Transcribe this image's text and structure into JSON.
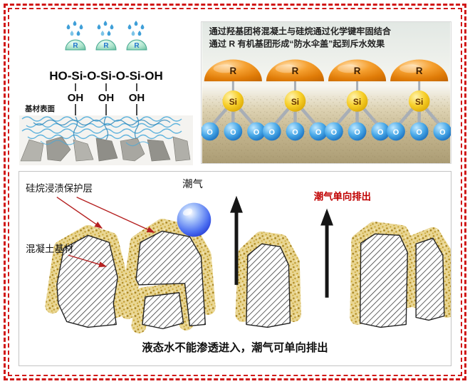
{
  "top_left": {
    "formula": "HO-Si-O-Si-O-Si-OH",
    "oh": "OH",
    "r": "R",
    "substrate_label": "基材表面"
  },
  "top_right": {
    "caption_line1": "通过羟基团将混凝土与硅烷通过化学键牢固结合",
    "caption_line2": "通过 R 有机基团形成“防水伞盖”起到斥水效果",
    "r": "R",
    "si": "Si",
    "o": "O"
  },
  "bottom": {
    "coating_label": "硅烷浸渍保护层",
    "substrate_label": "混凝土基材",
    "moisture_label": "潮气",
    "moisture_out_label": "潮气单向排出",
    "caption": "液态水不能渗透进入，潮气可单向排出"
  },
  "colors": {
    "frame_red": "#d01818",
    "label_red": "#c00000",
    "dome_orange": "#e8820a",
    "si_yellow": "#f2c200",
    "o_blue": "#1878c0",
    "coating_sand": "#d9b84a",
    "water_blue": "#2a3fd4"
  }
}
